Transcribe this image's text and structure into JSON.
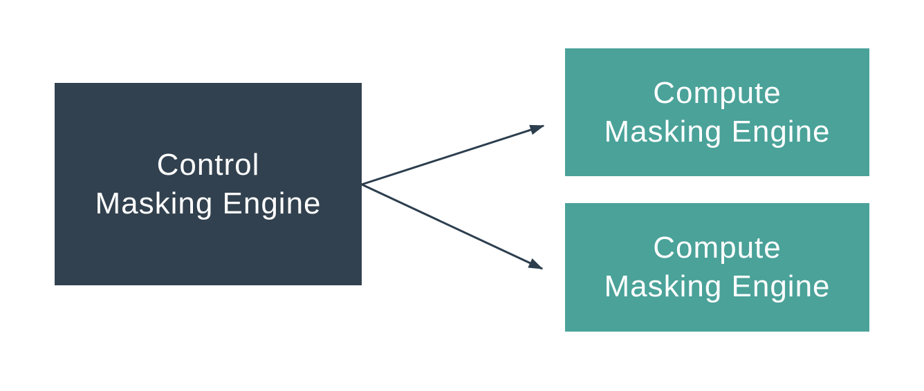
{
  "diagram": {
    "background": "#ffffff",
    "nodes": {
      "control": {
        "label_line1": "Control",
        "label_line2": "Masking Engine",
        "fill": "#32414f",
        "text_color": "#ffffff"
      },
      "compute_top": {
        "label_line1": "Compute",
        "label_line2": "Masking Engine",
        "fill": "#4aa299",
        "text_color": "#ffffff"
      },
      "compute_bottom": {
        "label_line1": "Compute",
        "label_line2": "Masking Engine",
        "fill": "#4aa299",
        "text_color": "#ffffff"
      }
    },
    "edges": [
      {
        "from": "control",
        "to": "compute_top"
      },
      {
        "from": "control",
        "to": "compute_bottom"
      }
    ],
    "arrow_color": "#2c3e4e"
  }
}
